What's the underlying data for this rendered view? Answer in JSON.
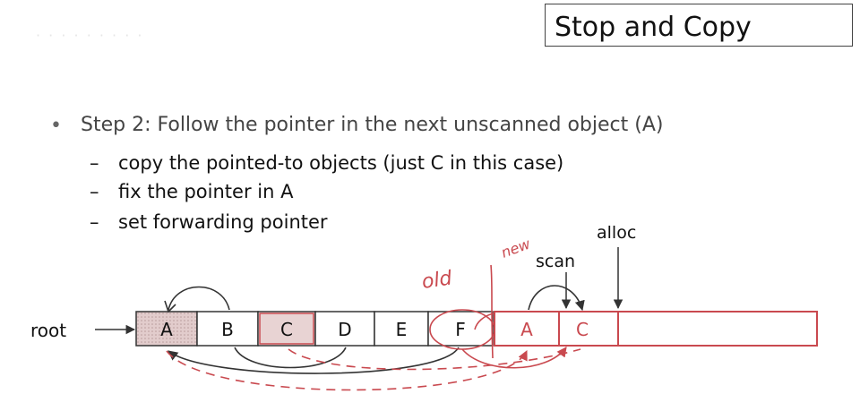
{
  "slide": {
    "title": "Stop and Copy",
    "bullet": "Step 2: Follow the pointer in the next unscanned object (A)",
    "bullet_marker": "•",
    "sub_bullets": [
      "copy the pointed-to objects (just C in this case)",
      "fix the pointer in A",
      "set forwarding pointer"
    ],
    "sub_marker": "–"
  },
  "diagram": {
    "root_label": "root",
    "old_cells": [
      "A",
      "B",
      "C",
      "D",
      "E",
      "F"
    ],
    "new_cells": [
      "A",
      "C"
    ],
    "scan_label": "scan",
    "alloc_label": "alloc",
    "old_annotation": "old",
    "new_annotation": "new",
    "colors": {
      "annotation": "#c9494f",
      "copied_fill": "#d9c2c2",
      "new_border": "#c9494f",
      "outline": "#333333"
    }
  }
}
